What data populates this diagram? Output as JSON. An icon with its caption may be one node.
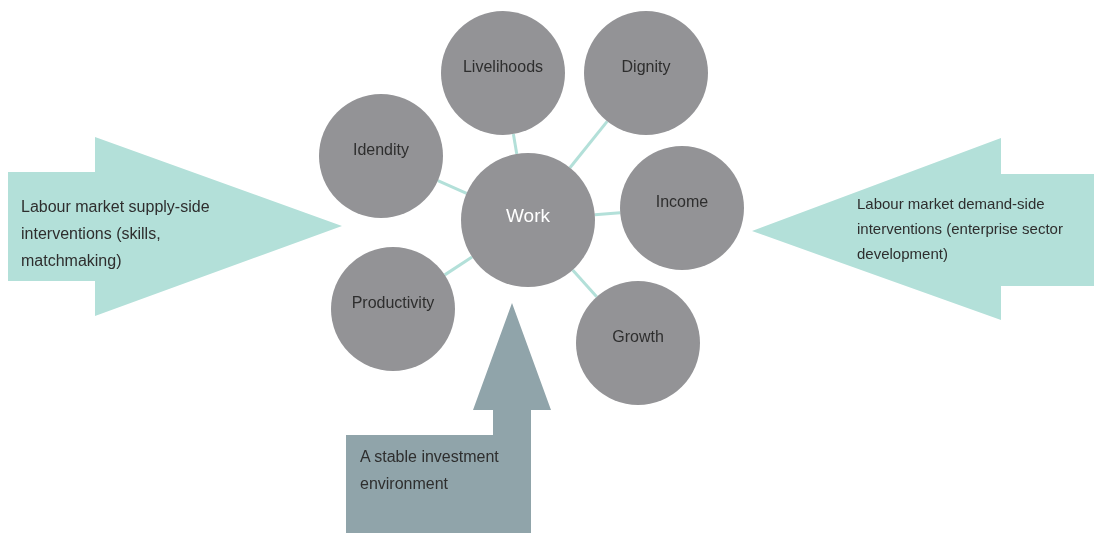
{
  "diagram": {
    "nodes": [
      {
        "text": [
          "Livelihoods"
        ]
      },
      {
        "text": [
          "Dignity"
        ]
      },
      {
        "text": [
          "Idendity"
        ]
      },
      {
        "text": [
          "Labour market supply-side interventions (skills, matchmaking)"
        ]
      },
      {
        "text": [
          "Income"
        ]
      },
      {
        "text": [
          "Work"
        ]
      },
      {
        "text": [
          "Labour market demand-side interventions (enterprise sector development)"
        ]
      },
      {
        "text": [
          "Productivity"
        ]
      },
      {
        "text": [
          "Growth"
        ]
      },
      {
        "text": [
          "A stable investment environment"
        ]
      }
    ],
    "edges": [
      {
        "from": 5,
        "to": 0,
        "arrow": "none"
      },
      {
        "from": 5,
        "to": 1,
        "arrow": "none"
      },
      {
        "from": 5,
        "to": 2,
        "arrow": "none"
      },
      {
        "from": 5,
        "to": 4,
        "arrow": "none"
      },
      {
        "from": 5,
        "to": 7,
        "arrow": "none"
      },
      {
        "from": 5,
        "to": 8,
        "arrow": "none"
      }
    ]
  }
}
